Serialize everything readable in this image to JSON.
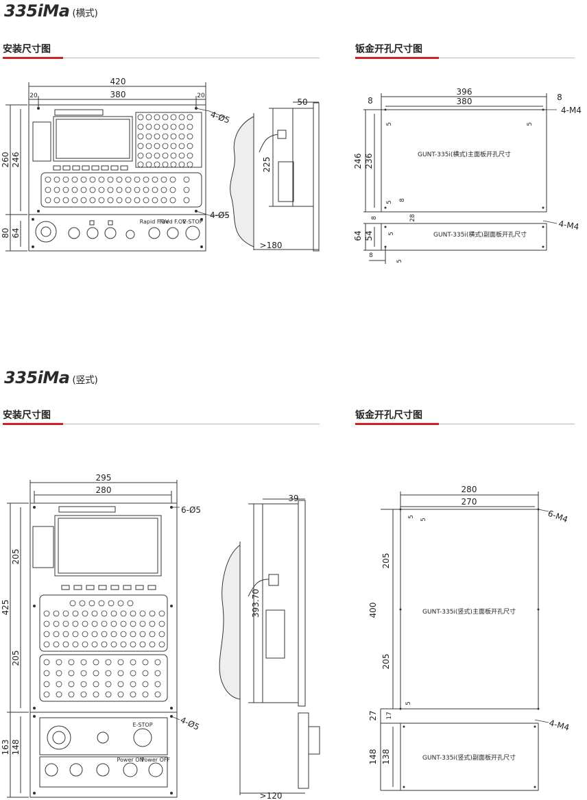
{
  "top": {
    "model": "335",
    "model_i": "i",
    "model_suffix": "Ma",
    "orientation": "(横式)",
    "install_title": "安装尺寸图",
    "cutout_title": "钣金开孔尺寸图",
    "install": {
      "w420": "420",
      "w380": "380",
      "w20a": "20",
      "w20b": "20",
      "h260": "260",
      "h246": "246",
      "h80": "80",
      "h64": "64",
      "hole_top": "4-Ø5",
      "hole_bot": "4-Ø5",
      "depth50": "50",
      "depth225": "225",
      "gt180": ">180",
      "knob_labels": [
        "Rapid F.OV",
        "Feed F.OV",
        "E-STOP"
      ]
    },
    "cutout": {
      "w396": "396",
      "w380": "380",
      "m8a": "8",
      "m8b": "8",
      "h246": "246",
      "h236": "236",
      "m5a": "5",
      "m5b": "5",
      "m5c": "5",
      "m8c": "8",
      "m8d": "8",
      "h28": "28",
      "h64": "64",
      "h54": "54",
      "m5d": "5",
      "m8e": "8",
      "m5e": "5",
      "tap_top": "4-M4",
      "tap_bot": "4-M4",
      "main_label": "GUNT-335i(横式)主面板开孔尺寸",
      "sub_label": "GUNT-335i(横式)副面板开孔尺寸"
    }
  },
  "bottom": {
    "model": "335",
    "model_i": "i",
    "model_suffix": "Ma",
    "orientation": "(竖式)",
    "install_title": "安装尺寸图",
    "cutout_title": "钣金开孔尺寸图",
    "install": {
      "w295": "295",
      "w280": "280",
      "hole_top": "6-Ø5",
      "hole_bot": "4-Ø5",
      "h205a": "205",
      "h425": "425",
      "h205b": "205",
      "h163": "163",
      "h148": "148",
      "depth39": "39",
      "depth3937": "393.70",
      "gt120": ">120",
      "knob_labels": [
        "E-STOP",
        "Power ON",
        "Power OFF"
      ]
    },
    "cutout": {
      "w280": "280",
      "w270": "270",
      "tap_top": "6-M4",
      "tap_bot": "4-M4",
      "h205a": "205",
      "h400": "400",
      "h205b": "205",
      "m5a": "5",
      "m5b": "5",
      "m5c": "5",
      "h27": "27",
      "h17": "17",
      "h148": "148",
      "h138": "138",
      "main_label": "GUNT-335i(竖式)主面板开孔尺寸",
      "sub_label": "GUNT-335i(竖式)副面板开孔尺寸"
    }
  }
}
